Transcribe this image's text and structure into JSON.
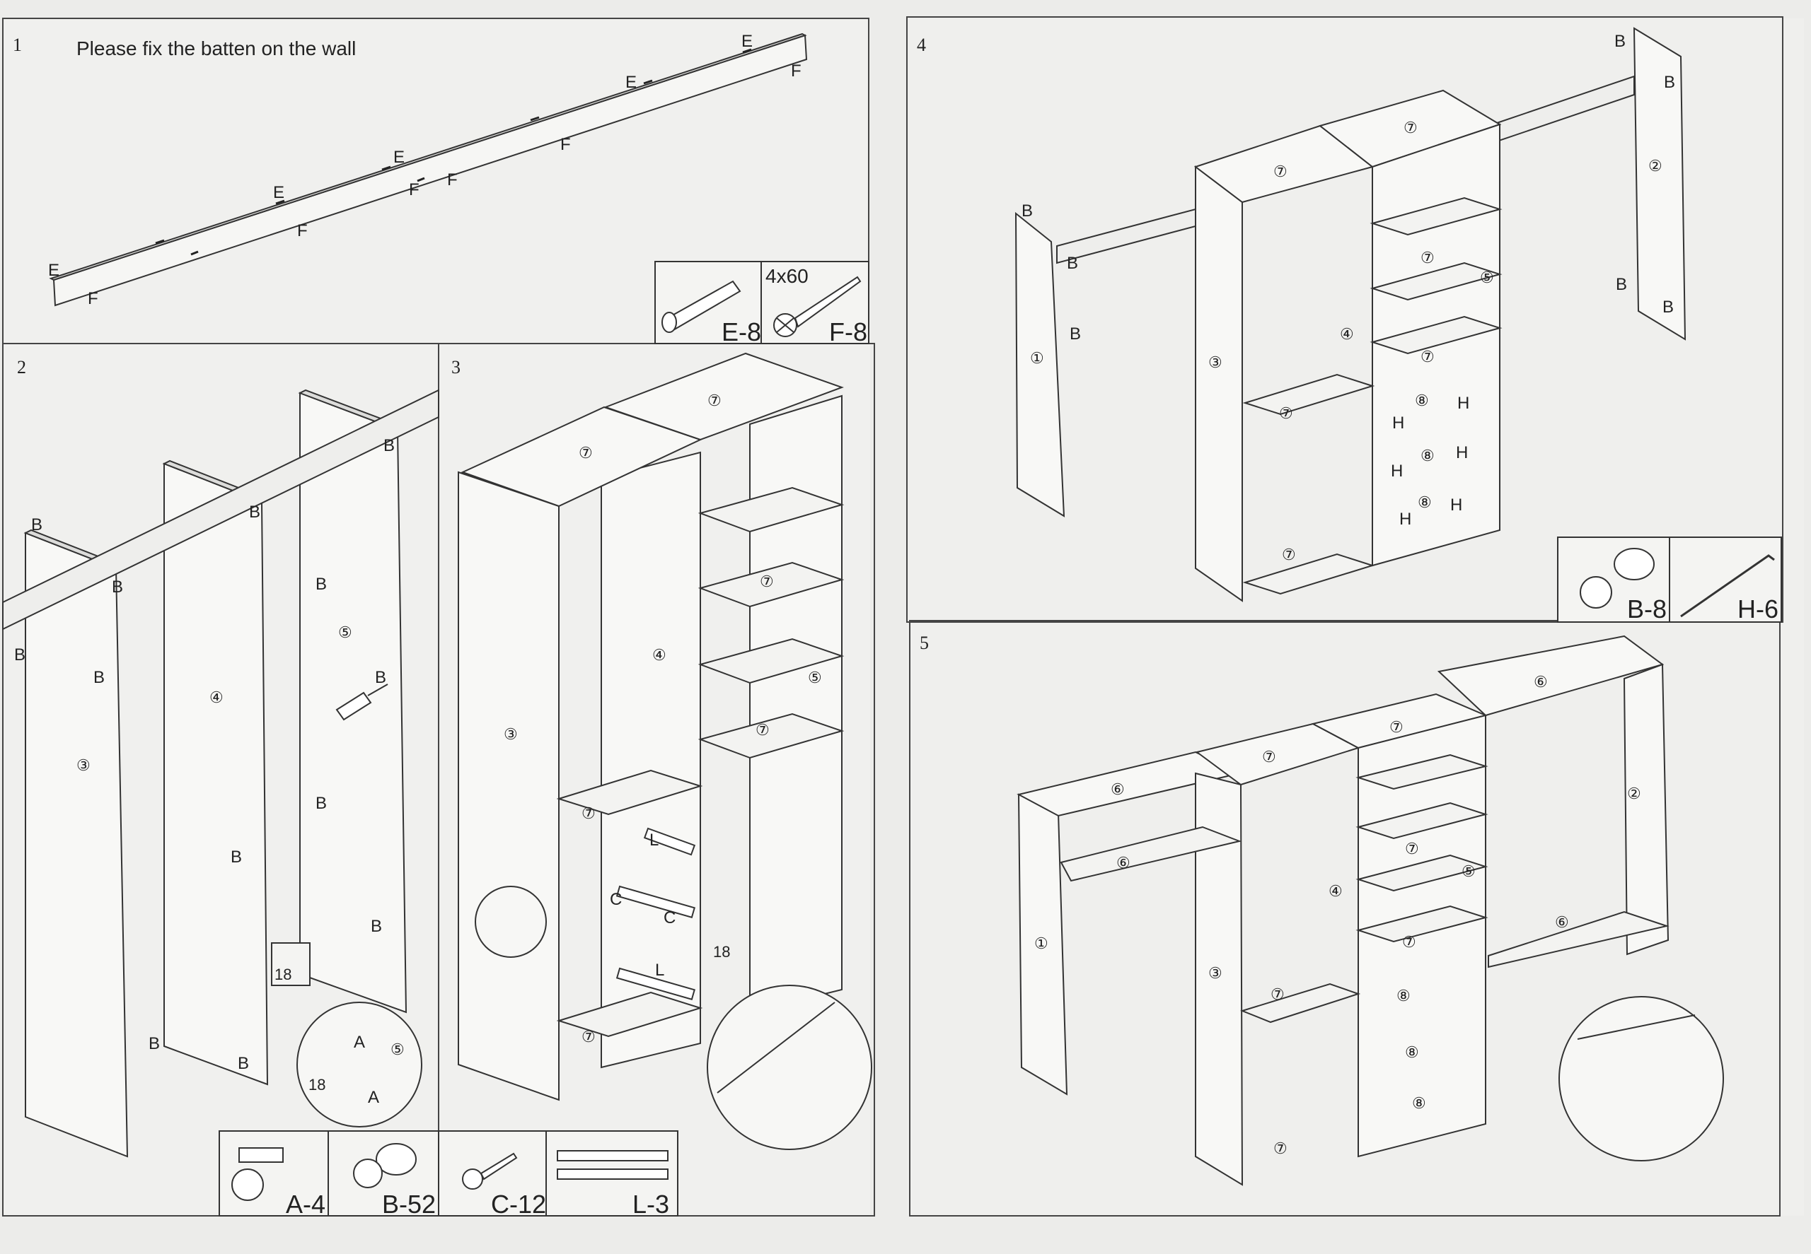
{
  "steps": [
    {
      "number": "1",
      "instruction": "Please fix the batten on the wall"
    },
    {
      "number": "2"
    },
    {
      "number": "3"
    },
    {
      "number": "4"
    },
    {
      "number": "5"
    }
  ],
  "step1": {
    "labels": {
      "e": "E",
      "f": "F"
    },
    "fastener_size": "4x60",
    "parts": [
      "E-8",
      "F-8"
    ]
  },
  "step2": {
    "labels": {
      "b": "B",
      "a": "A",
      "panel3": "③",
      "panel4": "④",
      "panel5": "⑤",
      "bracket": "18"
    },
    "parts": [
      "A-4",
      "B-52",
      "C-12",
      "L-3"
    ]
  },
  "step3": {
    "labels": {
      "p3": "③",
      "p4": "④",
      "p5": "⑤",
      "p7": "⑦",
      "c": "C",
      "l": "L",
      "bracket": "18"
    }
  },
  "step4": {
    "labels": {
      "b": "B",
      "h": "H",
      "p1": "①",
      "p2": "②",
      "p3": "③",
      "p4": "④",
      "p5": "⑤",
      "p7": "⑦",
      "p8": "⑧"
    },
    "parts": [
      "B-8",
      "H-6"
    ]
  },
  "step5": {
    "labels": {
      "p1": "①",
      "p2": "②",
      "p3": "③",
      "p4": "④",
      "p5": "⑤",
      "p6": "⑥",
      "p7": "⑦",
      "p8": "⑧"
    }
  }
}
